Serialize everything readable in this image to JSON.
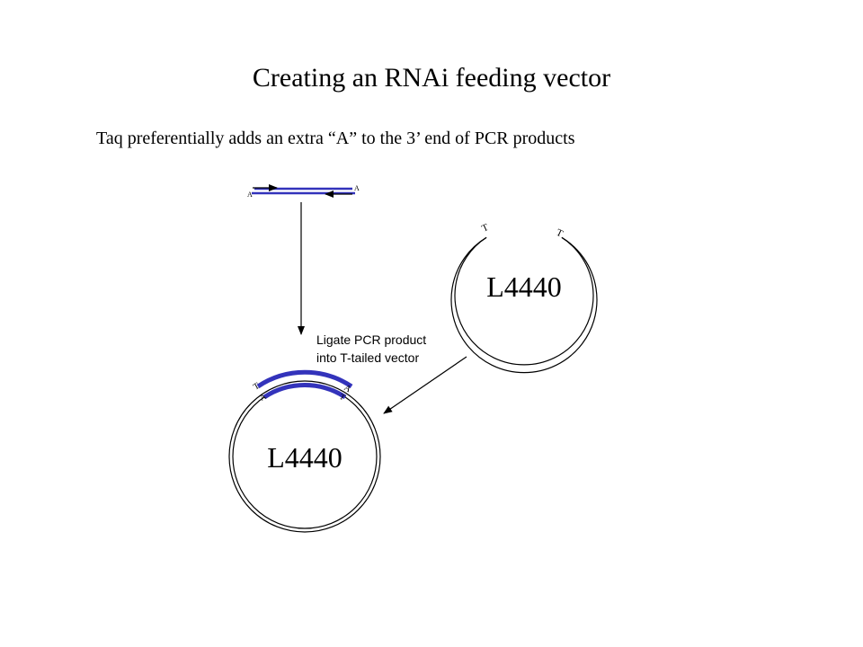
{
  "title": "Creating an RNAi feeding vector",
  "subtitle": "Taq preferentially adds an extra “A” to the 3’ end of PCR products",
  "pcr_product": {
    "left_overhang": "A",
    "right_overhang": "A"
  },
  "vector_top": {
    "label": "L4440",
    "overhang_left": "T",
    "overhang_right": "T"
  },
  "vector_bottom": {
    "label": "L4440",
    "left_t": "T",
    "left_a": "A",
    "right_a": "A",
    "right_t": "T"
  },
  "ligate_note": {
    "line1": "Ligate PCR product",
    "line2": "into T-tailed vector"
  },
  "colors": {
    "dna_strand": "#3333bb",
    "line": "#000000"
  }
}
